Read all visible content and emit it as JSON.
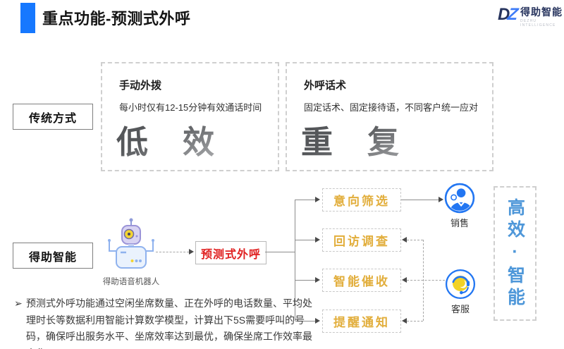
{
  "header": {
    "title": "重点功能-预测式外呼",
    "logo": {
      "mark_d": "D",
      "mark_z": "Z",
      "name": "得助智能",
      "subtitle": "DEZHU INTELLIGENCE"
    }
  },
  "traditional": {
    "label": "传统方式",
    "cards": [
      {
        "title": "手动外拨",
        "desc": "每小时仅有12-15分钟有效通话时间",
        "big": "低　效"
      },
      {
        "title": "外呼话术",
        "desc": "固定话术、固定接待语，不同客户统一应对",
        "big": "重　复"
      }
    ]
  },
  "smart": {
    "label": "得助智能",
    "robot_label": "得助语音机器人",
    "robot_icon": "robot-icon",
    "core": "预测式外呼",
    "branches": [
      "意向筛选",
      "回访调查",
      "智能催收",
      "提醒通知"
    ],
    "roles": [
      {
        "label": "销售",
        "icon": "salesperson-icon"
      },
      {
        "label": "客服",
        "icon": "support-agent-icon"
      }
    ],
    "result": "高效·智能"
  },
  "footnote": {
    "bullet": "➢",
    "text": "预测式外呼功能通过空闲坐席数量、正在外呼的电话数量、平均处理时长等数据利用智能计算数学模型，计算出下5S需要呼叫的号码，确保呼出服务水平、坐席效率达到最优，确保坐席工作效率最大化。"
  },
  "colors": {
    "accent_blue": "#1678FF",
    "logo_navy": "#26335D",
    "logo_blue": "#3D7BF7",
    "orange": "#E2AE3C",
    "red": "#E02121",
    "result_blue": "#4E97D9",
    "icon_blue": "#2276F2",
    "icon_yellow": "#F2D226"
  }
}
